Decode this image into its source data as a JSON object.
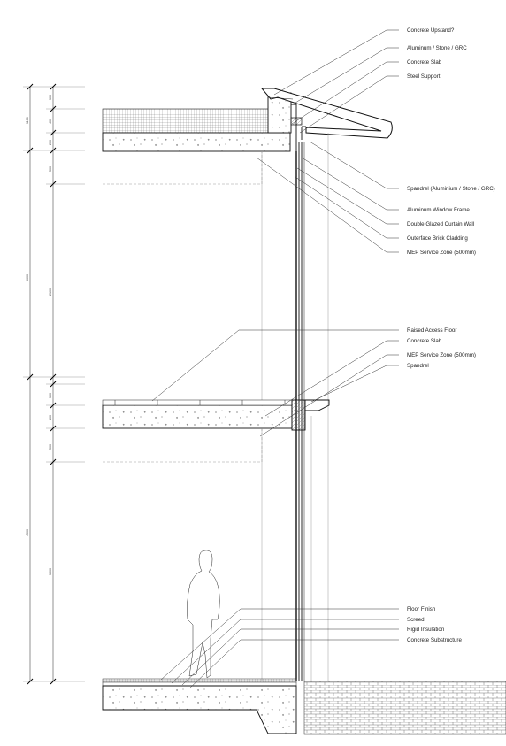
{
  "labels": {
    "concrete_upstand": "Concrete Upstand?",
    "cladding_top": "Aluminum / Stone / GRC",
    "concrete_slab_roof": "Concrete Slab",
    "steel_support": "Steel Support",
    "spandrel_top": "Spandrel (Aluminium / Stone / GRC)",
    "window_frame": "Aluminum Window Frame",
    "curtain_wall": "Double Glazed Curtain Wall",
    "brick_cladding": "Outerface Brick Cladding",
    "mep_zone_top": "MEP Service Zone (500mm)",
    "raised_access_floor": "Raised Access Floor",
    "concrete_slab_mid": "Concrete Slab",
    "mep_zone_mid": "MEP Service Zone (500mm)",
    "spandrel_mid": "Spandrel",
    "floor_finish": "Floor Finish",
    "screed": "Screed",
    "rigid_insulation": "Rigid Insulation",
    "concrete_substructure": "Concrete Substructure"
  },
  "dimensions": {
    "d1": "300",
    "d2": "400",
    "d3": "200",
    "d4": "1100",
    "d5": "500",
    "d6": "3600",
    "d7": "2100",
    "d8": "300",
    "d9": "200",
    "d10": "500",
    "d11": "4500",
    "d12": "3500"
  }
}
